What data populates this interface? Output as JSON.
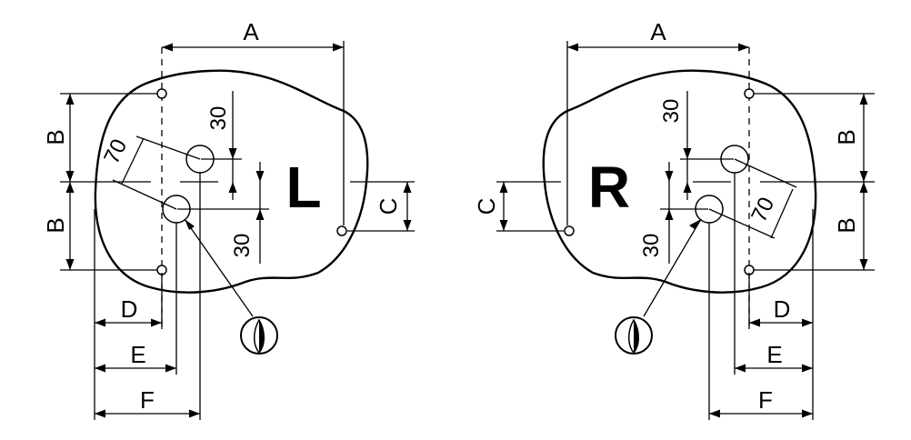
{
  "left": {
    "side_label": "L",
    "dims": {
      "a": "A",
      "b1": "B",
      "b2": "B",
      "c": "C",
      "d": "D",
      "e": "E",
      "f": "F"
    },
    "measures": {
      "m70": "70",
      "m30_top": "30",
      "m30_bottom": "30"
    }
  },
  "right": {
    "side_label": "R",
    "dims": {
      "a": "A",
      "b1": "B",
      "b2": "B",
      "c": "C",
      "d": "D",
      "e": "E",
      "f": "F"
    },
    "measures": {
      "m70": "70",
      "m30_top": "30",
      "m30_bottom": "30"
    }
  },
  "icons": {
    "left_handle": "knob-icon",
    "right_handle": "knob-icon"
  }
}
